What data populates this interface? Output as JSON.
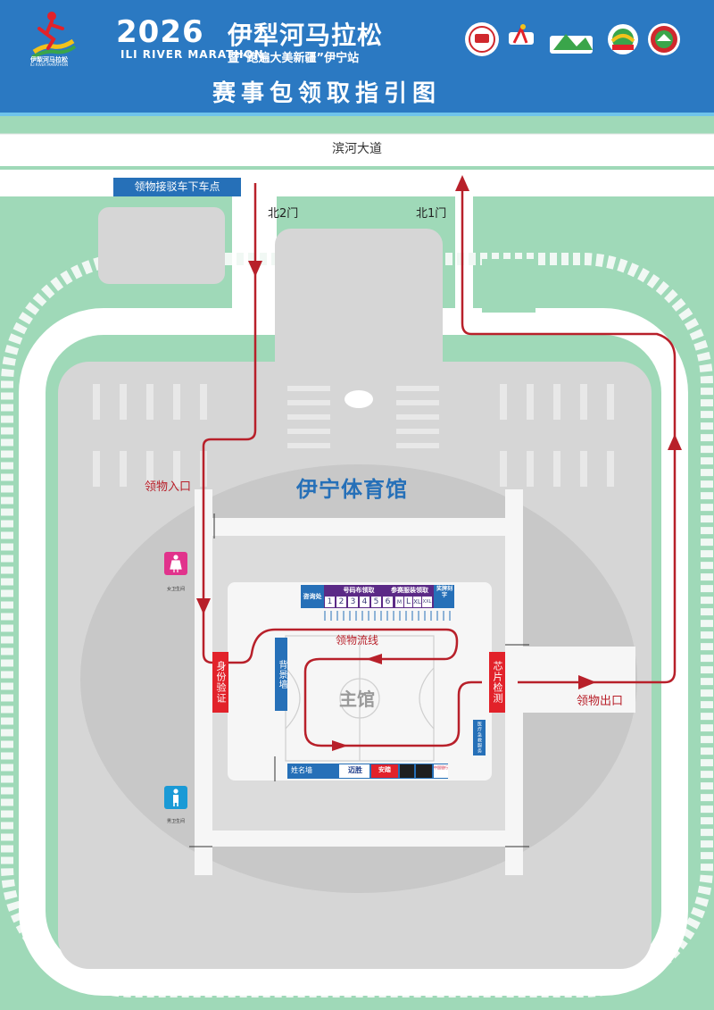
{
  "header": {
    "year": "2026",
    "title_cn": "伊犁河马拉松",
    "title_en": "ILI RIVER MARATHON",
    "subtitle": "暨“跑遍大美新疆”伊宁站",
    "main_title": "赛事包领取指引图",
    "logo_text": "伊犁河马拉松",
    "logo_sub": "ILI RIVER MARATHON",
    "sponsor_logos": [
      "sponsor-logo-1",
      "sponsor-logo-2",
      "sponsor-logo-3",
      "sponsor-logo-4",
      "sponsor-logo-5"
    ]
  },
  "map": {
    "road_name": "滨河大道",
    "shuttle_drop": "领物接驳车下车点",
    "gate_north2": "北2门",
    "gate_north1": "北1门",
    "venue_name": "伊宁体育馆",
    "entrance": "领物入口",
    "exit": "领物出口",
    "flow_line": "领物流线",
    "main_hall": "主馆",
    "id_check": "身份验证",
    "chip_check": "芯片检测",
    "backdrop_wall": "背景墙",
    "name_wall": "姓名墙",
    "info_desk": "咨询处",
    "bib_pickup": "号码布领取",
    "kit_pickup": "参赛服装领取",
    "engraving": "奖牌刻字",
    "bib_counters": [
      "1",
      "2",
      "3",
      "4",
      "5",
      "6"
    ],
    "size_counters": [
      "M",
      "L",
      "XL",
      "XXL"
    ],
    "sponsor_booths": [
      "迈胜",
      "安踏",
      "中国银行"
    ],
    "service_booth": "医疗急救服务",
    "womens_restroom": "女卫生间",
    "mens_restroom": "男卫生间"
  },
  "colors": {
    "header_blue": "#2b79c2",
    "accent_red": "#b8202a",
    "grass": "#9fd9b8",
    "building_gray": "#d6d6d6"
  }
}
